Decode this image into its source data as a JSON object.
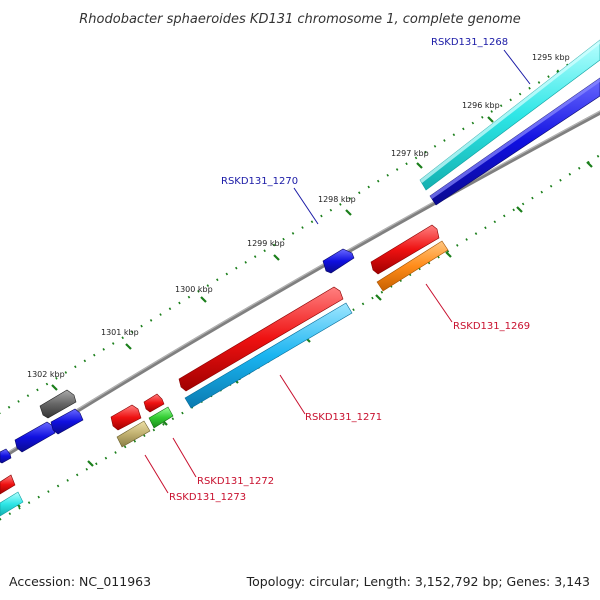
{
  "title": "Rhodobacter sphaeroides KD131 chromosome 1, complete genome",
  "footer": {
    "accession": "Accession: NC_011963",
    "topology": "Topology: circular; Length: 3,152,792 bp; Genes: 3,143"
  },
  "scale_labels": [
    "1295 kbp",
    "1296 kbp",
    "1297 kbp",
    "1298 kbp",
    "1299 kbp",
    "1300 kbp",
    "1301 kbp",
    "1302 kbp"
  ],
  "genes": [
    {
      "name": "RSKD131_1268",
      "color": "#1a1aa6"
    },
    {
      "name": "RSKD131_1270",
      "color": "#1a1aa6"
    },
    {
      "name": "RSKD131_1269",
      "color": "#c8102e"
    },
    {
      "name": "RSKD131_1271",
      "color": "#c8102e"
    },
    {
      "name": "RSKD131_1272",
      "color": "#c8102e"
    },
    {
      "name": "RSKD131_1273",
      "color": "#c8102e"
    }
  ],
  "colors": {
    "backbone": "#808080",
    "tick": "#1b7f1b",
    "cyan": "#2ee6e6",
    "blue": "#1010e0",
    "red": "#ee1111",
    "orange": "#ff8c1a",
    "light_blue": "#1ab4f0",
    "gray": "#666666",
    "khaki": "#c0b070",
    "green": "#33cc33"
  }
}
